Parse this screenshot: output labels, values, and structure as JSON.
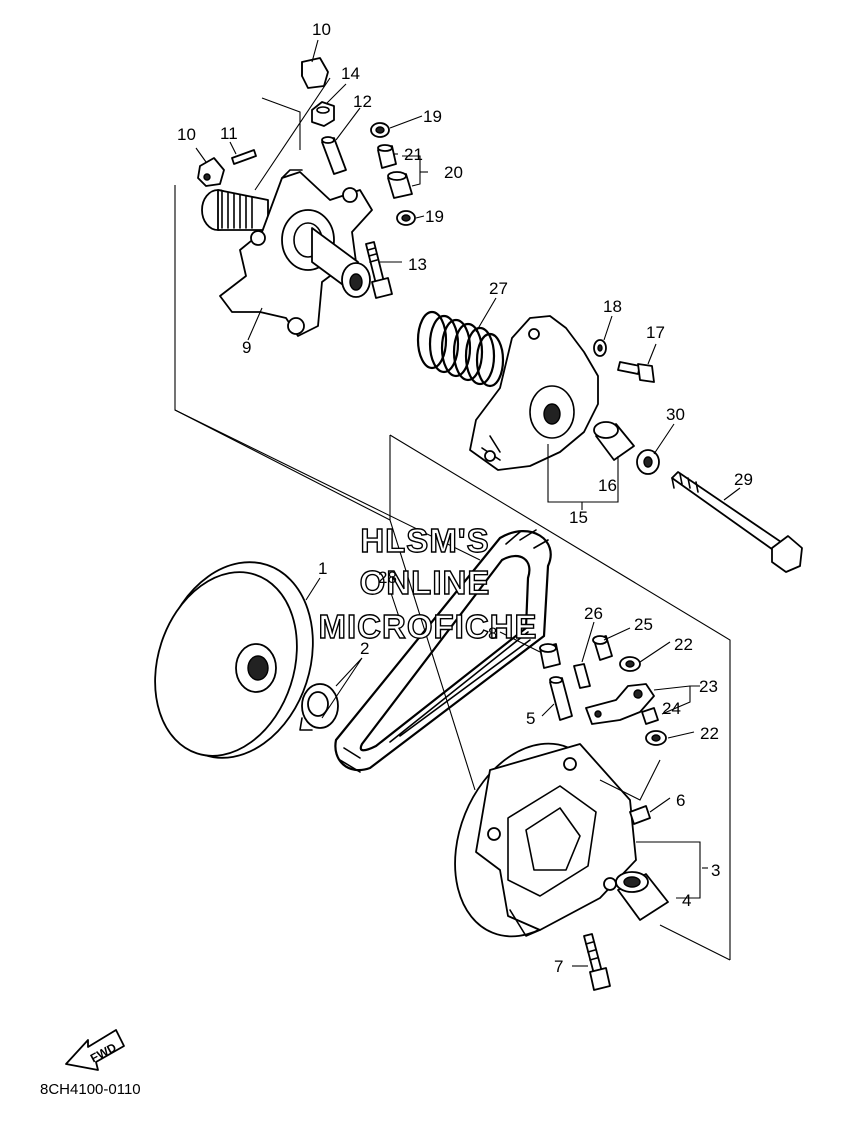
{
  "watermark": {
    "line1": "HLSM'S",
    "line2": "ONLINE",
    "line3": "MICROFICHE"
  },
  "diagram_code": "8CH4100-0110",
  "direction_label": "FWD",
  "callouts": {
    "c1": "1",
    "c2": "2",
    "c3": "3",
    "c4": "4",
    "c5": "5",
    "c6": "6",
    "c7": "7",
    "c8": "8",
    "c9": "9",
    "c10a": "10",
    "c10b": "10",
    "c11": "11",
    "c12": "12",
    "c13": "13",
    "c14": "14",
    "c15": "15",
    "c16": "16",
    "c17": "17",
    "c18": "18",
    "c19a": "19",
    "c19b": "19",
    "c20": "20",
    "c21": "21",
    "c22a": "22",
    "c22b": "22",
    "c23": "23",
    "c24": "24",
    "c25": "25",
    "c26": "26",
    "c27": "27",
    "c28": "28",
    "c29": "29",
    "c30": "30"
  }
}
